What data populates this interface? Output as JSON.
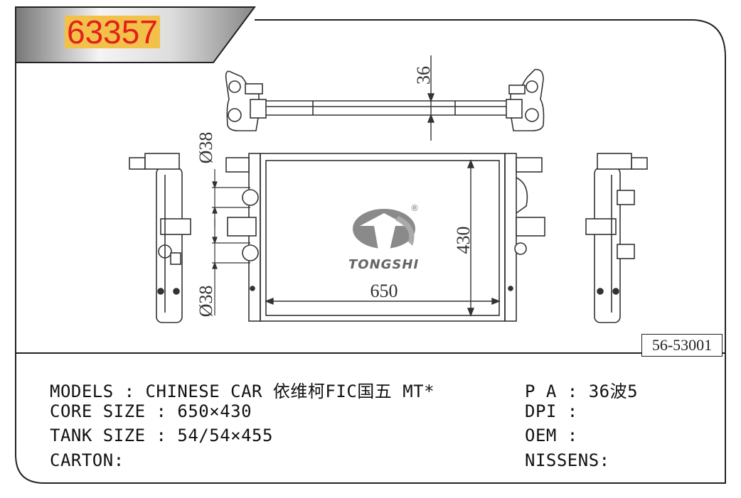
{
  "part_number": "63357",
  "reference_code": "56-53001",
  "brand": {
    "name": "TONGSHI",
    "registered_mark": "®"
  },
  "dimensions": {
    "core_width": "650",
    "core_height": "430",
    "top_dim": "36",
    "pipe_upper": "Ø38",
    "pipe_lower": "Ø38"
  },
  "specs_left": [
    "MODELS : CHINESE CAR 依维柯FIC国五 MT*",
    "CORE SIZE : 650×430",
    "TANK SIZE : 54/54×455",
    "CARTON:"
  ],
  "specs_right": [
    "P A : 36波5",
    "DPI :",
    "OEM :",
    "NISSENS:"
  ],
  "colors": {
    "tag_text": "#e3201b",
    "tag_bg": "#f2c14a",
    "line": "#222222"
  }
}
